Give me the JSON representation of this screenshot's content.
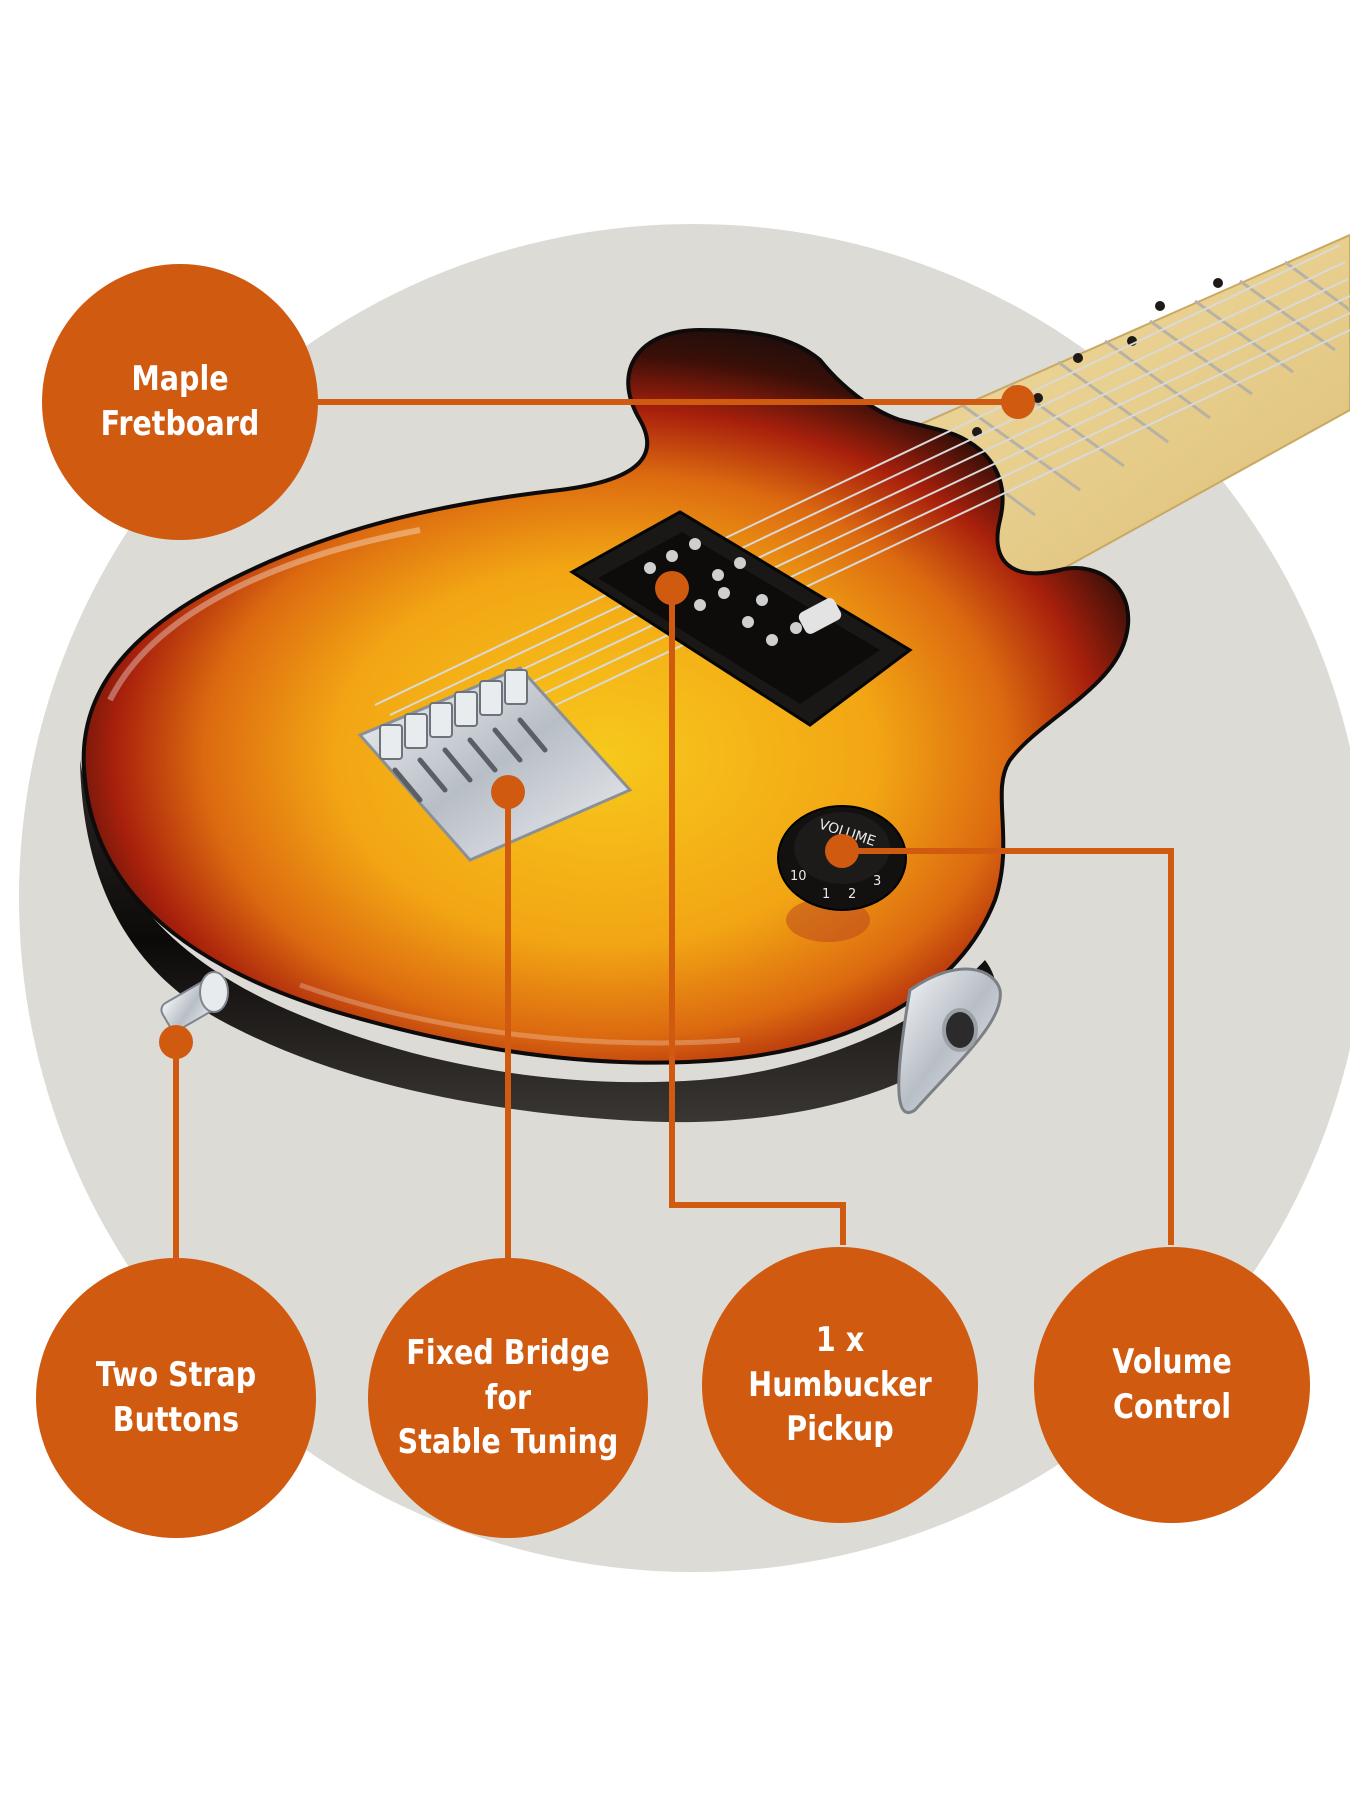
{
  "colors": {
    "accent": "#cf5a10",
    "background_circle": "#dcdbd5",
    "guitar_black": "#141110",
    "sunburst_red": "#a8200c",
    "sunburst_orange": "#e07a10",
    "sunburst_yellow": "#f6c417",
    "maple": "#ecd59c",
    "chrome": "#d9dde2"
  },
  "callouts": [
    {
      "id": "fretboard",
      "text": "Maple\nFretboard"
    },
    {
      "id": "strap",
      "text": "Two Strap\nButtons"
    },
    {
      "id": "bridge",
      "text": "Fixed Bridge for\nStable Tuning"
    },
    {
      "id": "pickup",
      "text": "1 x\nHumbucker\nPickup"
    },
    {
      "id": "volume",
      "text": "Volume\nControl"
    }
  ],
  "knob": {
    "label": "VOLUME",
    "numbers": [
      "10",
      "1",
      "2",
      "3"
    ]
  }
}
